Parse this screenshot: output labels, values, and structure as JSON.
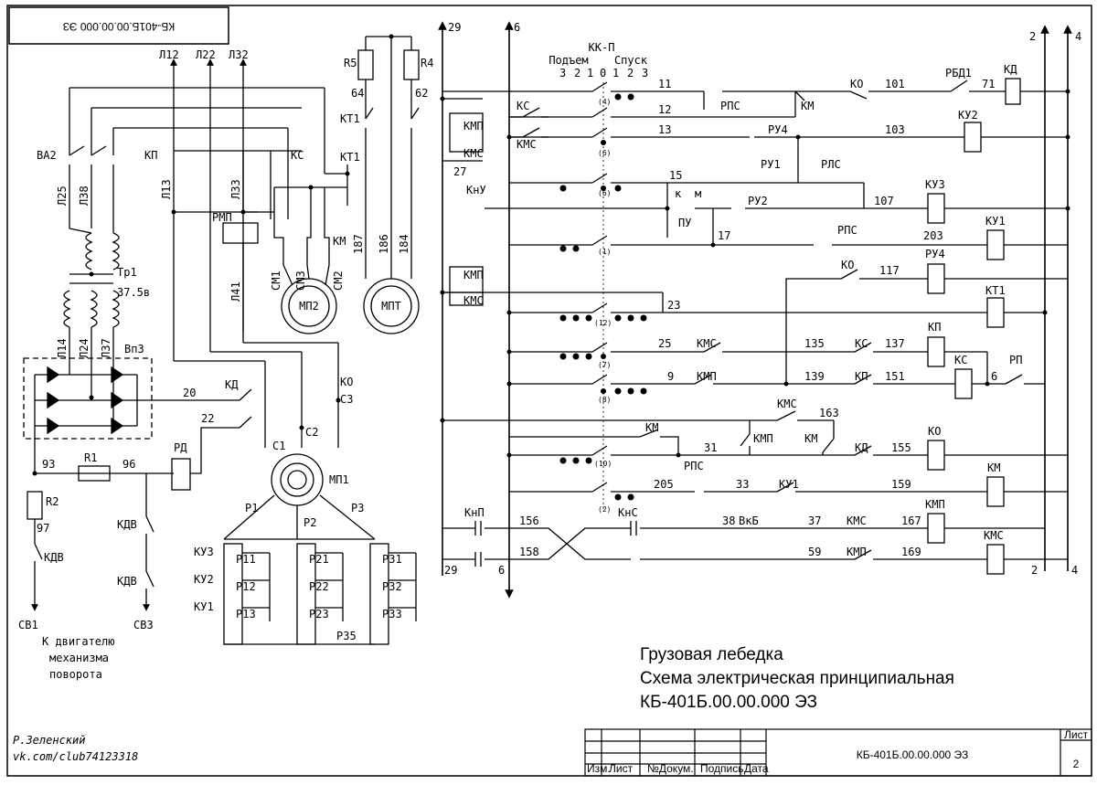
{
  "stamp_code": "КБ-401Б.00.00.000 ЭЗ",
  "title_lines": [
    "Грузовая лебедка",
    "Схема электрическая принципиальная",
    "КБ-401Б.00.00.000 ЭЗ"
  ],
  "title_block": {
    "columns": [
      "Изм.",
      "Лист",
      "№Докум.",
      "Подпись",
      "Дата"
    ],
    "code": "КБ-401Б.00.00.000 ЭЗ",
    "sheet_label": "Лист",
    "sheet_no": "2"
  },
  "author": [
    "Р.Зеленский",
    "vk.com/club74123318"
  ],
  "controller": {
    "name": "КК-П",
    "up": "Подъем",
    "down": "Спуск",
    "positions": [
      "3",
      "2",
      "1",
      "0",
      "1",
      "2",
      "3"
    ]
  },
  "buses": {
    "b29": "29",
    "b6": "6",
    "b2": "2",
    "b4": "4"
  },
  "left_labels": {
    "phases": [
      "Л12",
      "Л22",
      "Л32"
    ],
    "ba2": "ВА2",
    "l25": "Л25",
    "l38": "Л38",
    "l13": "Л13",
    "l33": "Л33",
    "l41": "Л41",
    "tr1": "Тр1",
    "v375": "37.5в",
    "l14": "Л14",
    "l24": "Л24",
    "l37": "Л37",
    "vp3": "Вп3",
    "r1": "R1",
    "r2": "R2",
    "rd": "РД",
    "kdv1": "КДВ",
    "kdv2": "КДВ",
    "kdv3": "КДВ",
    "n93": "93",
    "n96": "96",
    "n97": "97",
    "n20": "20",
    "n22": "22",
    "cv1": "СВ1",
    "cv3": "СВ3",
    "note": [
      "К двигателю",
      "механизма",
      "поворота"
    ],
    "kp": "КП",
    "ks": "КС",
    "kt1a": "КТ1",
    "kt1b": "КТ1",
    "rmp": "РМП",
    "km": "КМ",
    "kd": "КД",
    "ko": "КО",
    "c1": "С1",
    "c2": "С2",
    "c3": "С3",
    "r5": "R5",
    "r4": "R4",
    "n64": "64",
    "n62": "62",
    "n187": "187",
    "n186": "186",
    "n184": "184",
    "cm1": "СМ1",
    "cm3": "СМ3",
    "cm2": "СМ2",
    "mp2": "МП2",
    "mpt": "МПТ",
    "mp1": "МП1",
    "p1": "Р1",
    "p2": "Р2",
    "p3": "Р3",
    "ku3": "КУ3",
    "ku2": "КУ2",
    "ku1": "КУ1",
    "p35": "Р35",
    "resistors": [
      "Р11",
      "Р12",
      "Р13",
      "Р21",
      "Р22",
      "Р23",
      "Р31",
      "Р32",
      "Р33"
    ]
  },
  "control_labels": {
    "kmp1": "КМП",
    "kms1": "КМС",
    "ks": "КС",
    "kms2": "КМС",
    "n27": "27",
    "knu": "КнУ",
    "kmp2": "КМП",
    "kms3": "КМС",
    "knp": "КнП",
    "knc": "КнС",
    "sec4": "(4)",
    "sec6a": "(6)",
    "sec6b": "(6)",
    "sec1": "(1)",
    "sec12": "(12)",
    "sec7": "(7)",
    "sec8": "(8)",
    "sec10": "(10)",
    "sec2": "(2)",
    "n11": "11",
    "rps1": "РПС",
    "km1": "КМ",
    "ko1": "КО",
    "n101": "101",
    "rbd1": "РБД1",
    "n71": "71",
    "kd": "КД",
    "n12": "12",
    "n13": "13",
    "ru4a": "РУ4",
    "n103": "103",
    "ku2": "КУ2",
    "n15": "15",
    "ru1": "РУ1",
    "rls": "РЛС",
    "k": "к",
    "m": "м",
    "pu": "ПУ",
    "ru2": "РУ2",
    "n107": "107",
    "ku3": "КУ3",
    "n17": "17",
    "rps2": "РПС",
    "n203": "203",
    "ku1": "КУ1",
    "ko2": "КО",
    "n117": "117",
    "ru4b": "РУ4",
    "n23": "23",
    "kt1": "КТ1",
    "n25": "25",
    "kms4": "КМС",
    "n135": "135",
    "ks2": "КС",
    "n137": "137",
    "kp": "КП",
    "n9": "9",
    "kmp3": "КМП",
    "n139": "139",
    "kp2": "КП",
    "n151": "151",
    "ks3": "КС",
    "n6": "6",
    "rp": "РП",
    "kms5": "КМС",
    "n163": "163",
    "km2": "КМ",
    "kmp4": "КМП",
    "km3": "КМ",
    "n31": "31",
    "kd2": "КД",
    "n155": "155",
    "ko": "КО",
    "rps3": "РПС",
    "n205": "205",
    "n33": "33",
    "ku1b": "КУ1",
    "n159": "159",
    "km": "КМ",
    "n156": "156",
    "n38": "38",
    "vkb": "ВкБ",
    "n37": "37",
    "kms6": "КМС",
    "n167": "167",
    "kmp": "КМП",
    "n158": "158",
    "n59": "59",
    "kmp5": "КМП",
    "n169": "169",
    "kms": "КМС"
  }
}
